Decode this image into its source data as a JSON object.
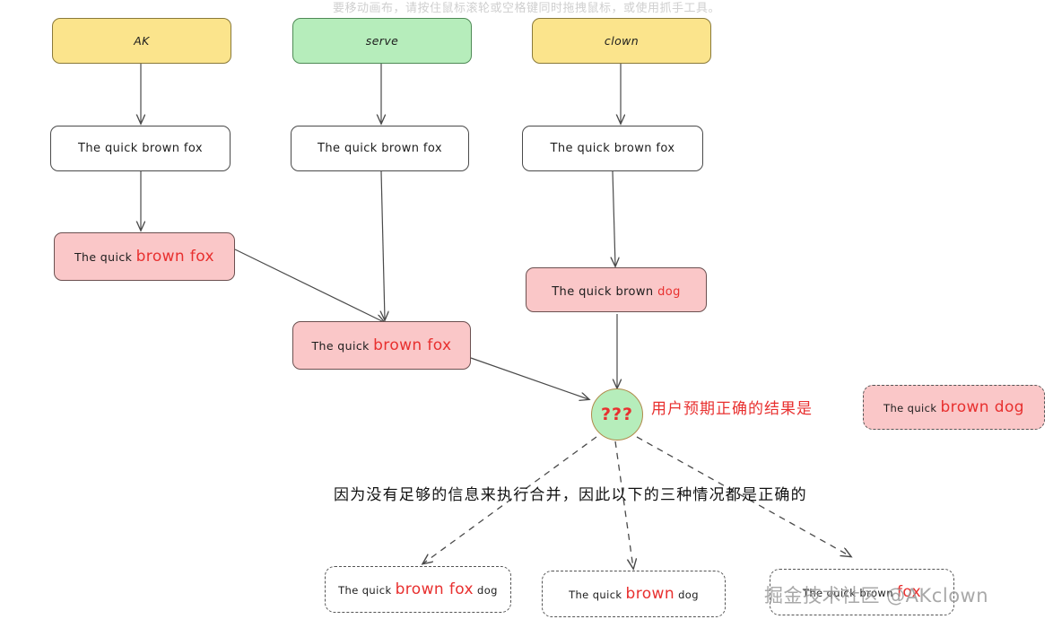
{
  "canvas": {
    "hint": "要移动画布，请按住鼠标滚轮或空格键同时拖拽鼠标，或使用抓手工具。",
    "background": "#ffffff",
    "watermark": "掘金技术社区 @AKclown",
    "watermark_symbol": "@"
  },
  "colors": {
    "yellow_fill": "#fbe48c",
    "green_fill": "#b6edbb",
    "pink_fill": "#fac7c8",
    "white_fill": "#ffffff",
    "stroke": "#555555",
    "red_text": "#e8302f",
    "black_text": "#1d1d1d",
    "hint_text": "#cfcfcf"
  },
  "branches": [
    {
      "head": "AK",
      "commits": [
        {
          "text": "The quick brown fox",
          "style": "plain"
        },
        {
          "prefix": "The quick ",
          "highlight": "brown fox",
          "suffix": "",
          "style": "conflict"
        }
      ]
    },
    {
      "head": "serve",
      "commits": [
        {
          "text": "The quick brown fox",
          "style": "plain"
        },
        {
          "prefix": "The quick ",
          "highlight": "brown fox",
          "suffix": "",
          "style": "merge"
        }
      ]
    },
    {
      "head": "clown",
      "commits": [
        {
          "text": "The quick brown fox",
          "style": "plain"
        },
        {
          "prefix": "The quick brown ",
          "highlight": "dog",
          "suffix": "",
          "style": "conflict"
        }
      ]
    }
  ],
  "result_node": {
    "label": "???",
    "annotation": "用户预期正确的结果是",
    "expected": {
      "prefix": "The quick ",
      "highlight": "brown dog",
      "suffix": ""
    }
  },
  "explanation": "因为没有足够的信息来执行合并，因此以下的三种情况都是正确的",
  "outcomes": [
    {
      "prefix": "The quick ",
      "highlight": "brown fox",
      "suffix": " dog"
    },
    {
      "prefix": "The quick ",
      "highlight": "brown",
      "suffix": " dog"
    },
    {
      "prefix": "The quick brown ",
      "highlight": "fox",
      "suffix": ""
    }
  ]
}
